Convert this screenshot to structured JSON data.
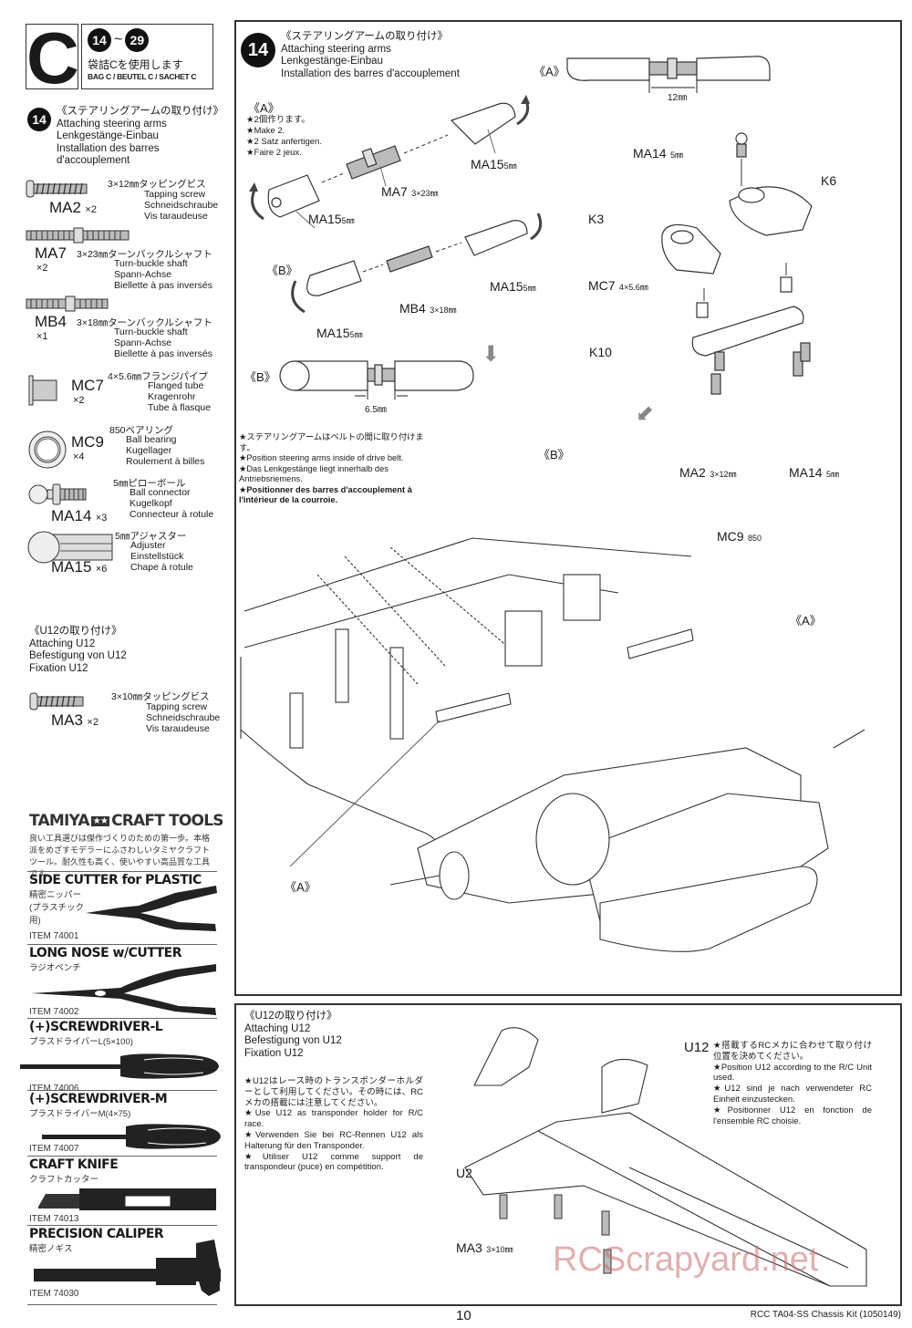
{
  "header": {
    "bag_letter": "C",
    "step_from": "14",
    "step_range_sep": "~",
    "step_to": "29",
    "bag_jp": "袋詰Cを使用します",
    "bag_label": "BAG C / BEUTEL C / SACHET C"
  },
  "sidebar": {
    "step14": {
      "number": "14",
      "title_jp": "《ステアリングアームの取り付け》",
      "title_en": "Attaching steering arms",
      "title_de": "Lenkgestänge-Einbau",
      "title_fr_1": "Installation des barres",
      "title_fr_2": "d'accouplement"
    },
    "parts": [
      {
        "code": "MA2",
        "qty": "×2",
        "spec_jp": "3×12㎜タッピングビス",
        "en": "Tapping screw",
        "de": "Schneidschraube",
        "fr": "Vis taraudeuse"
      },
      {
        "code": "MA7",
        "qty": "×2",
        "spec_jp": "3×23㎜ターンバックルシャフト",
        "en": "Turn-buckle shaft",
        "de": "Spann-Achse",
        "fr": "Biellette à pas inversés"
      },
      {
        "code": "MB4",
        "qty": "×1",
        "spec_jp": "3×18㎜ターンバックルシャフト",
        "en": "Turn-buckle shaft",
        "de": "Spann-Achse",
        "fr": "Biellette à pas inversés"
      },
      {
        "code": "MC7",
        "qty": "×2",
        "spec_jp": "4×5.6㎜フランジパイプ",
        "en": "Flanged tube",
        "de": "Kragenrohr",
        "fr": "Tube à flasque"
      },
      {
        "code": "MC9",
        "qty": "×4",
        "spec_jp": "850ベアリング",
        "en": "Ball bearing",
        "de": "Kugellager",
        "fr": "Roulement à billes"
      },
      {
        "code": "MA14",
        "qty": "×3",
        "spec_jp": "5㎜ピローボール",
        "en": "Ball connector",
        "de": "Kugelkopf",
        "fr": "Connecteur à rotule"
      },
      {
        "code": "MA15",
        "qty": "×6",
        "spec_jp": "5㎜アジャスター",
        "en": "Adjuster",
        "de": "Einstellstück",
        "fr": "Chape à rotule"
      }
    ],
    "u12": {
      "title_jp": "《U12の取り付け》",
      "title_en": "Attaching U12",
      "title_de": "Befestigung von U12",
      "title_fr": "Fixation U12",
      "part": {
        "code": "MA3",
        "qty": "×2",
        "spec_jp": "3×10㎜タッピングビス",
        "en": "Tapping screw",
        "de": "Schneidschraube",
        "fr": "Vis taraudeuse"
      }
    },
    "tools": {
      "brand_left": "TAMIYA",
      "brand_right": "CRAFT TOOLS",
      "intro_jp": "良い工具選びは傑作づくりのための第一歩。本格派をめざすモデラーにふさわしいタミヤクラフトツール。耐久性も高く、使いやすい高品質な工具です。",
      "items": [
        {
          "name": "SIDE CUTTER for PLASTIC",
          "jp": "精密ニッパー (プラスチック用)",
          "item": "ITEM 74001"
        },
        {
          "name": "LONG NOSE w/CUTTER",
          "jp": "ラジオペンチ",
          "item": "ITEM 74002"
        },
        {
          "name": "(+)SCREWDRIVER-L",
          "jp": "プラスドライバーL(5×100)",
          "item": "ITEM 74006"
        },
        {
          "name": "(+)SCREWDRIVER-M",
          "jp": "プラスドライバーM(4×75)",
          "item": "ITEM 74007"
        },
        {
          "name": "CRAFT KNIFE",
          "jp": "クラフトカッター",
          "item": "ITEM 74013"
        },
        {
          "name": "PRECISION CALIPER",
          "jp": "精密ノギス",
          "item": "ITEM 74030"
        }
      ]
    }
  },
  "main_step": {
    "number": "14",
    "title_jp": "《ステアリングアームの取り付け》",
    "title_en": "Attaching steering arms",
    "title_de": "Lenkgestänge-Einbau",
    "title_fr": "Installation des barres d'accouplement",
    "assembly_a": {
      "label": "《A》",
      "notes": [
        "★2個作ります。",
        "★Make 2.",
        "★2 Satz anfertigen.",
        "★Faire 2 jeux."
      ],
      "parts": [
        "MA15",
        "MA7",
        "MA15"
      ],
      "ma15_size": "5㎜",
      "ma7_size": "3×23㎜",
      "dimension": "12㎜"
    },
    "assembly_b": {
      "label": "《B》",
      "parts": [
        "MA15",
        "MB4",
        "MA15"
      ],
      "ma15_size": "5㎜",
      "mb4_size": "3×18㎜",
      "dimension": "6.5㎜"
    },
    "steering_parts": {
      "ma14": "MA14",
      "ma14_size": "5㎜",
      "k6": "K6",
      "k3": "K3",
      "mc7": "MC7",
      "mc7_size": "4×5.6㎜",
      "k10": "K10",
      "ma2": "MA2",
      "ma2_size": "3×12㎜",
      "ma14b": "MA14",
      "ma14b_size": "5㎜"
    },
    "belt_note": {
      "jp": "★ステアリングアームはベルトの間に取り付けます。",
      "en": "★Position steering arms inside of drive belt.",
      "de": "★Das Lenkgestänge liegt innerhalb des Antriebsriemens.",
      "fr": "★Positionner des barres d'accouplement à l'intérieur de la courroie."
    },
    "chassis_labels": {
      "b": "《B》",
      "mc9": "MC9",
      "mc9_size": "850",
      "a_right": "《A》",
      "a_left": "《A》"
    }
  },
  "u12_step": {
    "title_jp": "《U12の取り付け》",
    "title_en": "Attaching U12",
    "title_de": "Befestigung von U12",
    "title_fr": "Fixation U12",
    "note_jp": "★U12はレース時のトランスポンダーホルダーとして利用してください。その時には、RCメカの搭載には注意してください。",
    "note_en": "★Use U12 as transponder holder for R/C race.",
    "note_de": "★Verwenden Sie bei RC-Rennen U12 als Halterung für den Transponder.",
    "note_fr": "★Utiliser U12 comme support de transpondeur (puce) en compétition.",
    "u12_label": "U12",
    "u12_note_jp": "★搭載するRCメカに合わせて取り付け位置を決めてください。",
    "u12_note_en": "★Position U12 according to the R/C Unit used.",
    "u12_note_de": "★U12 sind je nach verwendeter RC Einheit einzustecken.",
    "u12_note_fr": "★Positionner U12 en fonction de l'ensemble RC choisie.",
    "u2_label": "U2",
    "ma3_label": "MA3",
    "ma3_size": "3×10㎜"
  },
  "footer": {
    "page_number": "10",
    "kit_name": "RCC TA04-SS Chassis Kit (1050149)",
    "watermark": "RCScrapyard.net"
  }
}
